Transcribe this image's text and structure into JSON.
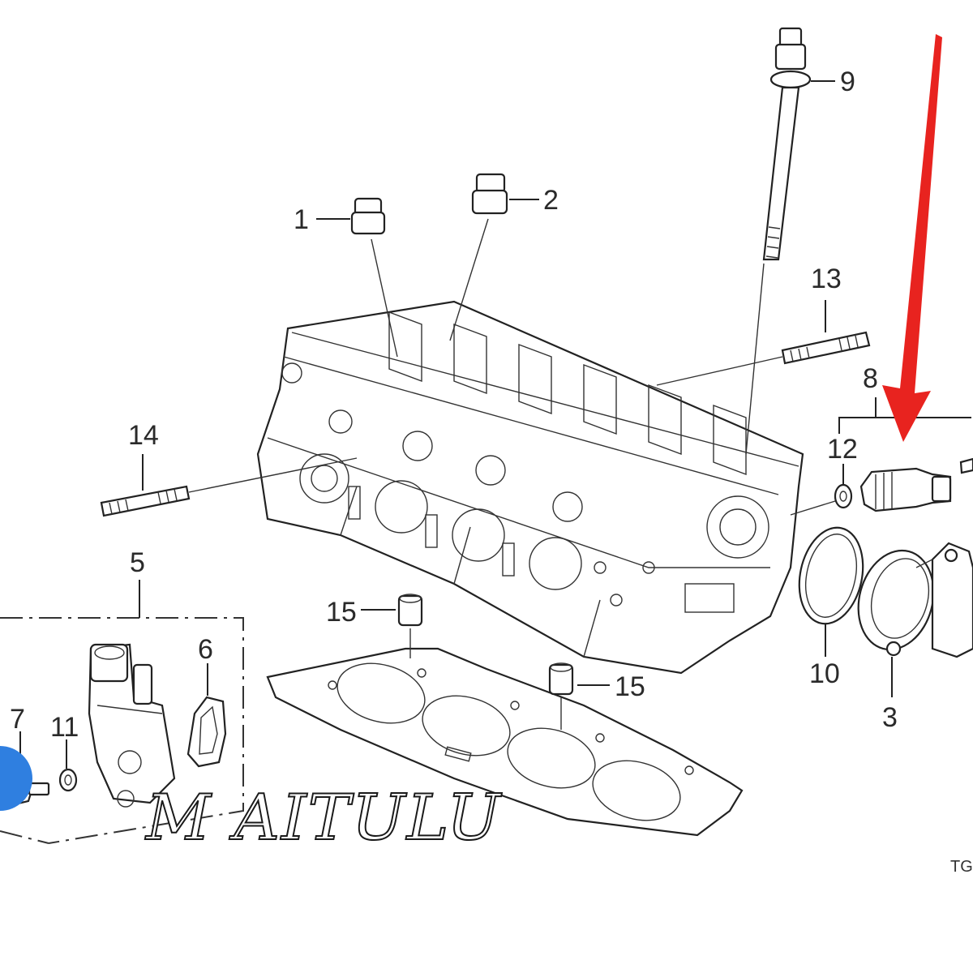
{
  "diagram": {
    "callouts": [
      {
        "id": "c1",
        "label": "1"
      },
      {
        "id": "c2",
        "label": "2"
      },
      {
        "id": "c3",
        "label": "3"
      },
      {
        "id": "c5",
        "label": "5"
      },
      {
        "id": "c6",
        "label": "6"
      },
      {
        "id": "c7",
        "label": "7"
      },
      {
        "id": "c8",
        "label": "8"
      },
      {
        "id": "c9",
        "label": "9"
      },
      {
        "id": "c10",
        "label": "10"
      },
      {
        "id": "c11",
        "label": "11"
      },
      {
        "id": "c12",
        "label": "12"
      },
      {
        "id": "c13",
        "label": "13"
      },
      {
        "id": "c14",
        "label": "14"
      },
      {
        "id": "c15a",
        "label": "15"
      },
      {
        "id": "c15b",
        "label": "15"
      }
    ],
    "drawing_code": "TG",
    "watermark": "M AITULU",
    "highlight_arrow_color": "#e8231f"
  }
}
